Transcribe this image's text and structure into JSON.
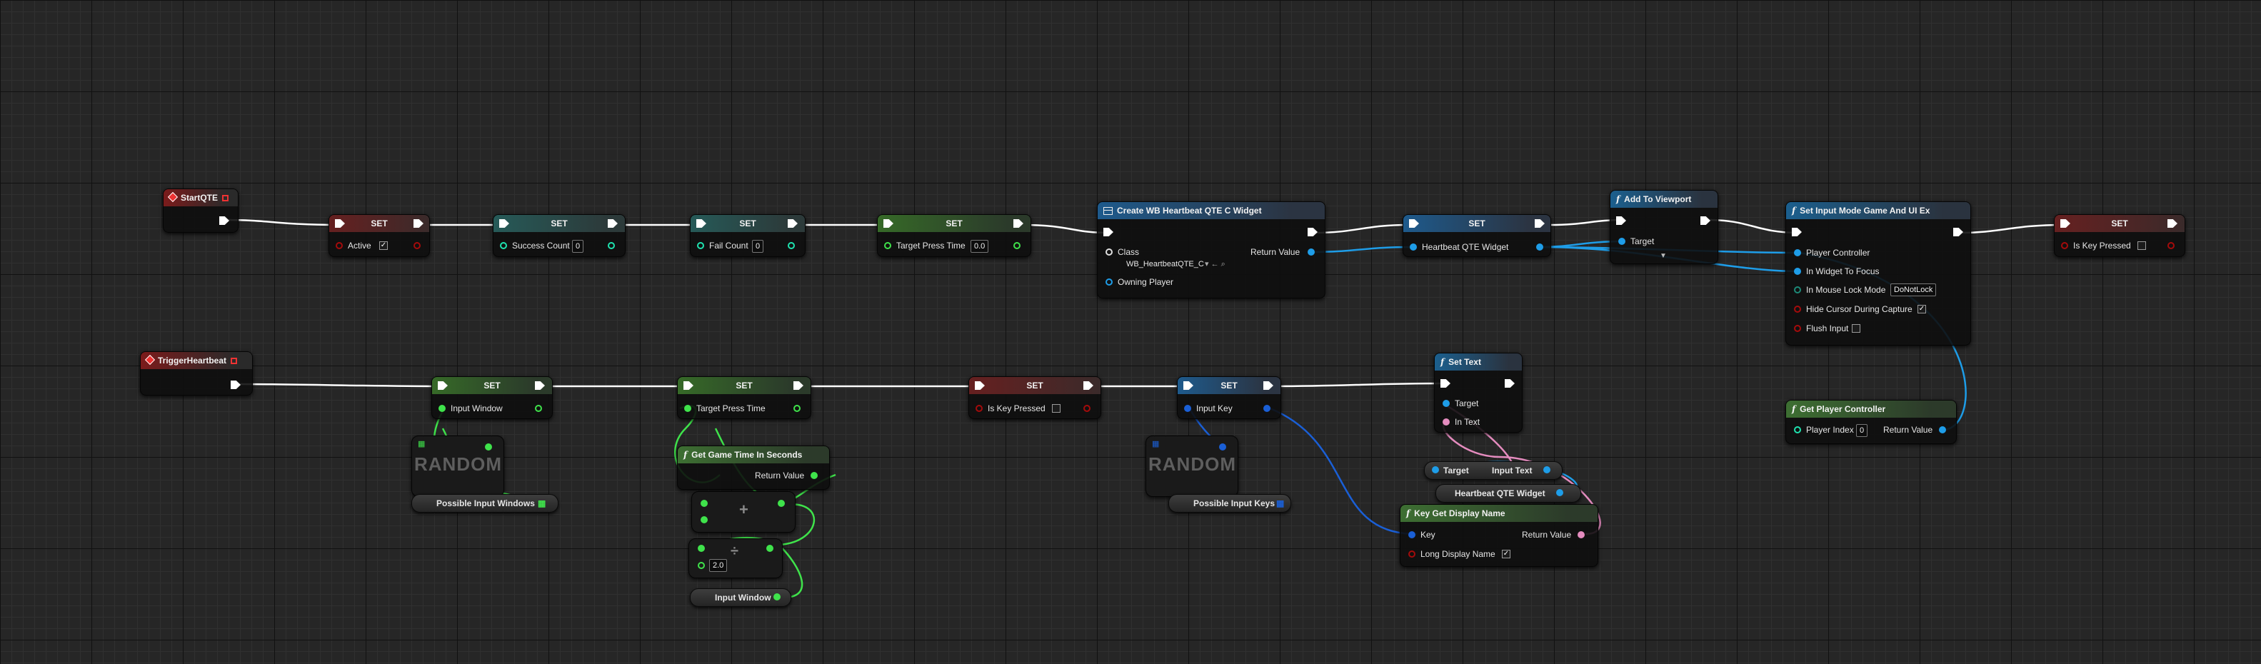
{
  "events": {
    "start_qte": "StartQTE",
    "trigger_heartbeat": "TriggerHeartbeat"
  },
  "row1": {
    "set_active": {
      "title": "SET",
      "label": "Active",
      "checked": "✓"
    },
    "set_success": {
      "title": "SET",
      "label": "Success Count",
      "value": "0"
    },
    "set_fail": {
      "title": "SET",
      "label": "Fail Count",
      "value": "0"
    },
    "set_target_time": {
      "title": "SET",
      "label": "Target Press Time",
      "value": "0.0"
    },
    "create_widget": {
      "title": "Create WB Heartbeat QTE C Widget",
      "class_label": "Class",
      "class_value": "WB_HeartbeatQTE_C",
      "owning_player": "Owning Player",
      "return_value": "Return Value"
    },
    "set_widget": {
      "title": "SET",
      "label": "Heartbeat QTE Widget"
    },
    "add_viewport": {
      "title": "Add To Viewport",
      "target": "Target"
    },
    "set_input_mode": {
      "title": "Set Input Mode Game And UI Ex",
      "player_controller": "Player Controller",
      "widget_to_focus": "In Widget To Focus",
      "mouse_lock": "In Mouse Lock Mode",
      "mouse_lock_value": "DoNotLock",
      "hide_cursor": "Hide Cursor During Capture",
      "hide_cursor_checked": "✓",
      "flush_input": "Flush Input"
    },
    "set_key_pressed": {
      "title": "SET",
      "label": "Is Key Pressed"
    },
    "get_player_controller": {
      "title": "Get Player Controller",
      "player_index": "Player Index",
      "player_index_value": "0",
      "return_value": "Return Value"
    }
  },
  "row2": {
    "set_input_window": {
      "title": "SET",
      "label": "Input Window"
    },
    "random_windows": {
      "word": "RANDOM",
      "var": "Possible Input Windows"
    },
    "set_target_press": {
      "title": "SET",
      "label": "Target Press Time"
    },
    "get_game_time": {
      "title": "Get Game Time In Seconds",
      "return_value": "Return Value"
    },
    "add_op": {
      "symbol": "+"
    },
    "div_op": {
      "symbol": "÷",
      "value": "2.0"
    },
    "input_window_var": "Input Window",
    "set_key_pressed2": {
      "title": "SET",
      "label": "Is Key Pressed"
    },
    "set_input_key": {
      "title": "SET",
      "label": "Input Key"
    },
    "random_keys": {
      "word": "RANDOM",
      "var": "Possible Input Keys"
    },
    "set_text": {
      "title": "Set Text",
      "target": "Target",
      "in_text": "In Text"
    },
    "input_text_getter": {
      "target": "Target",
      "output": "Input Text"
    },
    "widget_var": "Heartbeat QTE Widget",
    "key_display": {
      "title": "Key Get Display Name",
      "key": "Key",
      "return_value": "Return Value",
      "long_name": "Long Display Name",
      "long_checked": "✓"
    }
  }
}
